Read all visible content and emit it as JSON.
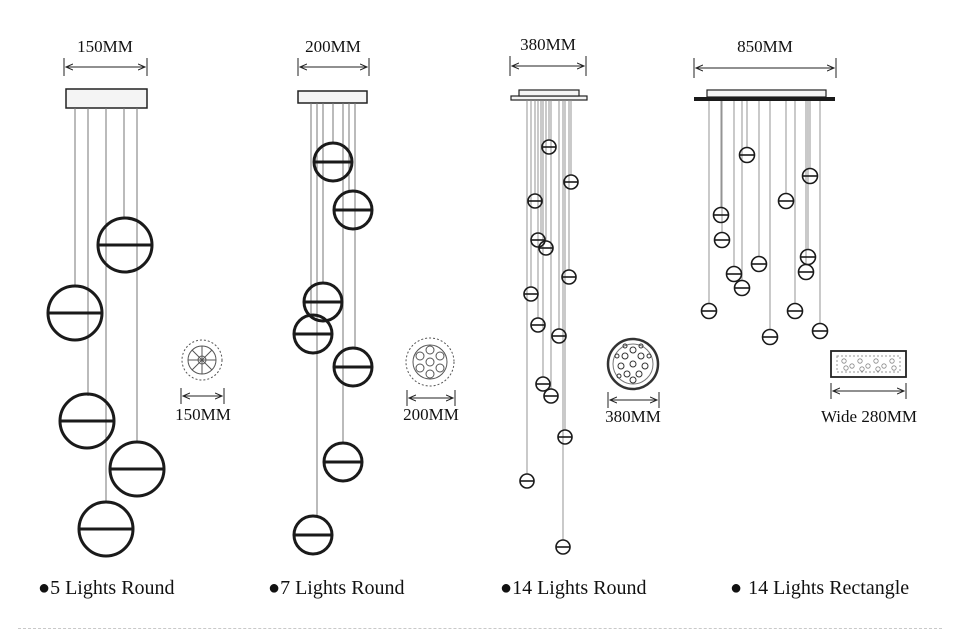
{
  "variants": [
    {
      "id": "5-lights-round",
      "top_dimension": "150MM",
      "side_dimension": "150MM",
      "caption": "5 Lights Round"
    },
    {
      "id": "7-lights-round",
      "top_dimension": "200MM",
      "side_dimension": "200MM",
      "caption": "7 Lights Round"
    },
    {
      "id": "14-lights-round",
      "top_dimension": "380MM",
      "side_dimension": "380MM",
      "caption": "14 Lights Round"
    },
    {
      "id": "14-lights-rectangle",
      "top_dimension": "850MM",
      "side_dimension": "Wide 280MM",
      "caption": "14 Lights Rectangle"
    }
  ],
  "bullet": "●",
  "colors": {
    "line": "#222222",
    "ball": "#1a1a1a",
    "canopy_fill": "#f4f4f4"
  }
}
